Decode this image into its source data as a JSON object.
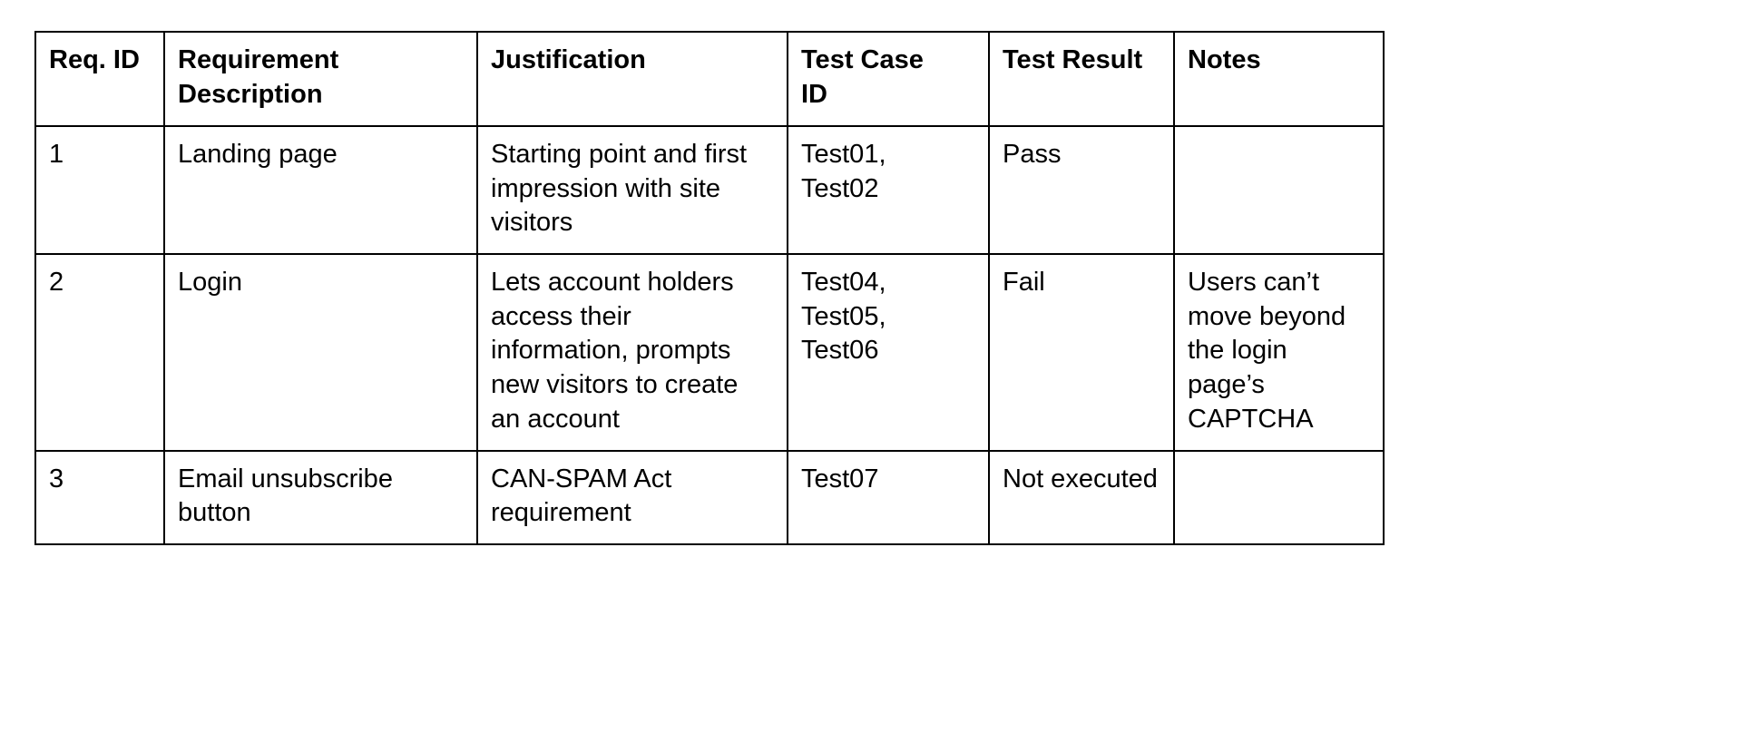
{
  "table": {
    "columns": [
      {
        "key": "req_id",
        "label": "Req. ID"
      },
      {
        "key": "description",
        "label": "Requirement\nDescription"
      },
      {
        "key": "justification",
        "label": "Justification"
      },
      {
        "key": "test_case_id",
        "label": "Test Case\nID"
      },
      {
        "key": "test_result",
        "label": "Test Result"
      },
      {
        "key": "notes",
        "label": "Notes"
      }
    ],
    "rows": [
      {
        "req_id": "1",
        "description": "Landing page",
        "justification": "Starting point and first impression with site visitors",
        "test_case_id": "Test01,\nTest02",
        "test_result": "Pass",
        "notes": ""
      },
      {
        "req_id": "2",
        "description": "Login",
        "justification": "Lets account holders access their information, prompts new visitors to create an account",
        "test_case_id": "Test04,\nTest05,\nTest06",
        "test_result": "Fail",
        "notes": "Users can’t move beyond the login page’s CAPTCHA"
      },
      {
        "req_id": "3",
        "description": "Email unsubscribe button",
        "justification": "CAN-SPAM Act requirement",
        "test_case_id": "Test07",
        "test_result": "Not executed",
        "notes": ""
      }
    ]
  },
  "colors": {
    "border": "#000000",
    "text": "#000000",
    "background": "#ffffff"
  }
}
